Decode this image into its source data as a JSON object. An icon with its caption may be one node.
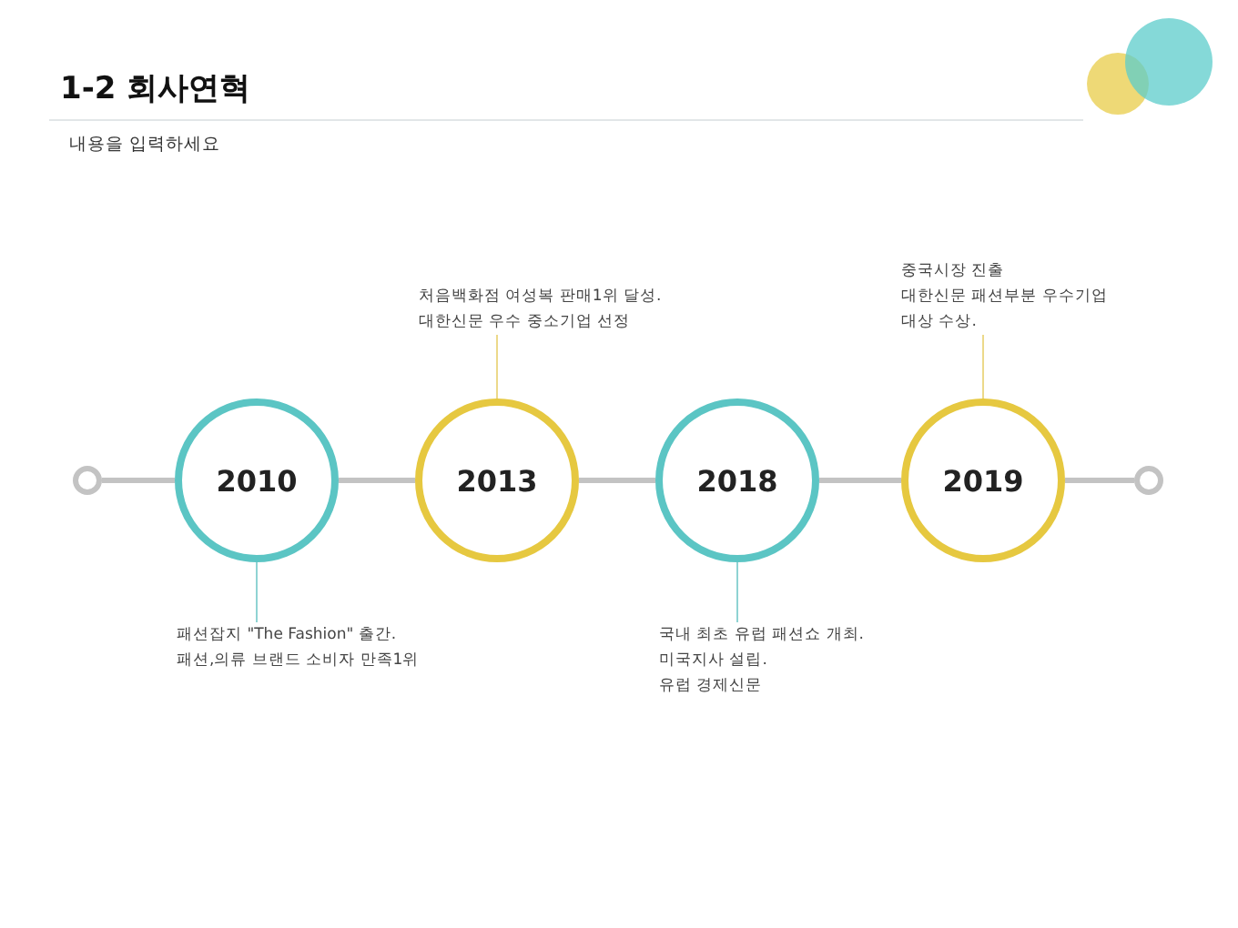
{
  "diagram": {
    "title": "1-2 회사연혁",
    "nodes": [
      {
        "text": [],
        "shape": "circle"
      },
      {
        "text": [
          "2010"
        ]
      },
      {
        "text": [
          "2013"
        ]
      },
      {
        "text": [
          "2018"
        ]
      },
      {
        "text": [
          "2019"
        ]
      },
      {
        "text": [],
        "shape": "circle"
      },
      {
        "text": [
          "패션잡지 \"The Fashion\" 출간.",
          "패션,의류 브랜드 소비자 만족1위"
        ]
      },
      {
        "text": [
          "처음백화점 여성복 판매1위 달성.",
          "대한신문 우수 중소기업 선정"
        ]
      },
      {
        "text": [
          "국내 최초 유럽 패션쇼 개최.",
          "미국지사 설립.",
          "유럽 경제신문"
        ]
      },
      {
        "text": [
          "중국시장 진출",
          "대한신문 패션부분 우수기업",
          "대상 수상."
        ]
      }
    ],
    "edges": [
      {
        "from": 0,
        "to": 1,
        "arrow": "none"
      },
      {
        "from": 1,
        "to": 2,
        "arrow": "none"
      },
      {
        "from": 2,
        "to": 3,
        "arrow": "none"
      },
      {
        "from": 3,
        "to": 4,
        "arrow": "none"
      },
      {
        "from": 4,
        "to": 5,
        "arrow": "none"
      },
      {
        "from": 1,
        "to": 6,
        "arrow": "none",
        "color": "#8fd3d3"
      },
      {
        "from": 2,
        "to": 7,
        "arrow": "none",
        "color": "#ecd98a"
      },
      {
        "from": 3,
        "to": 8,
        "arrow": "none",
        "color": "#8fd3d3"
      },
      {
        "from": 4,
        "to": 9,
        "arrow": "none",
        "color": "#ecd98a"
      }
    ],
    "labels": [
      "내용을 입력하세요"
    ]
  }
}
